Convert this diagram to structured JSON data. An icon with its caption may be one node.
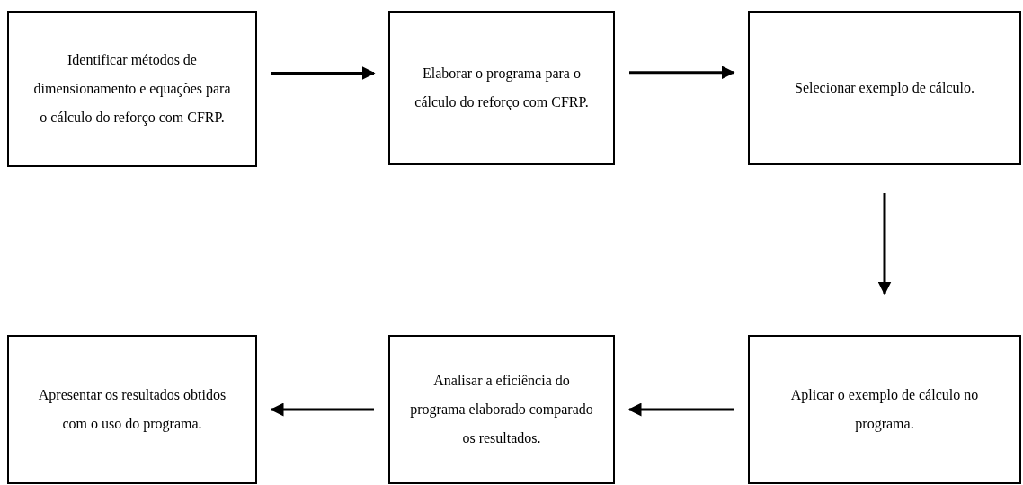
{
  "diagram": {
    "nodes": [
      {
        "text": [
          "Identificar métodos de dimensionamento e equações para o cálculo do reforço com CFRP."
        ]
      },
      {
        "text": [
          "Elaborar o programa para o cálculo do reforço com CFRP."
        ]
      },
      {
        "text": [
          "Selecionar exemplo de cálculo."
        ]
      },
      {
        "text": [
          "Aplicar o exemplo de cálculo no programa."
        ]
      },
      {
        "text": [
          "Analisar a eficiência do programa elaborado comparado os resultados."
        ]
      },
      {
        "text": [
          "Apresentar os resultados obtidos com o uso do programa."
        ]
      }
    ],
    "edges": [
      {
        "from": 0,
        "to": 1,
        "arrow": "to"
      },
      {
        "from": 1,
        "to": 2,
        "arrow": "to"
      },
      {
        "from": 2,
        "to": 3,
        "arrow": "to"
      },
      {
        "from": 3,
        "to": 4,
        "arrow": "to"
      },
      {
        "from": 4,
        "to": 5,
        "arrow": "to"
      }
    ]
  }
}
